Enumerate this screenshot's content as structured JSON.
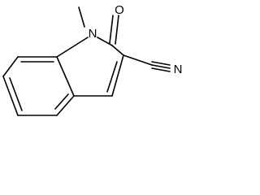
{
  "molecule": {
    "atoms": {
      "nitrogen": "N",
      "oxygen": "O",
      "nitrile_nitrogen": "N"
    }
  }
}
